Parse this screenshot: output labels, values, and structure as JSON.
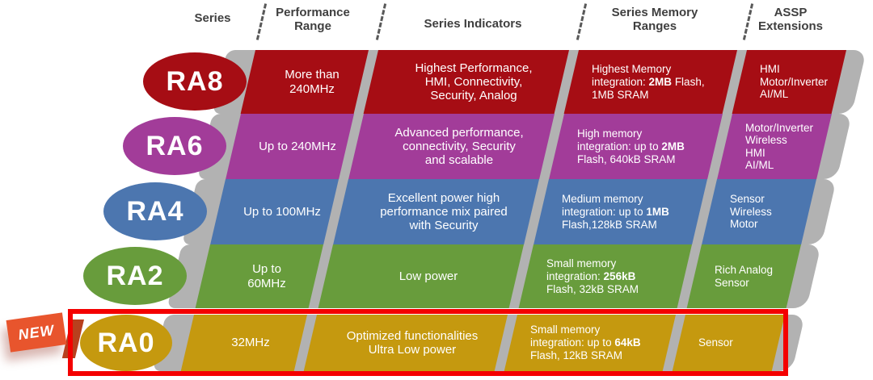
{
  "header": {
    "columns": [
      {
        "id": "series",
        "lines": [
          "Series"
        ]
      },
      {
        "id": "performance-range",
        "lines": [
          "Performance",
          "Range"
        ]
      },
      {
        "id": "series-indicators",
        "lines": [
          "Series Indicators"
        ]
      },
      {
        "id": "series-memory-ranges",
        "lines": [
          "Series Memory",
          "Ranges"
        ]
      },
      {
        "id": "assp-extensions",
        "lines": [
          "ASSP",
          "Extensions"
        ]
      }
    ],
    "text_color": "#3f3f3f"
  },
  "badge": {
    "label": "NEW",
    "color": "#e8552d"
  },
  "highlight": {
    "color": "#f40000"
  },
  "shadow_color": "#b2b2b2",
  "rows": [
    {
      "series": "RA8",
      "color": "#a60d14",
      "highlighted": false,
      "performance": [
        "More than",
        "240MHz"
      ],
      "indicators": [
        "Highest Performance,",
        "HMI, Connectivity,",
        "Security, Analog"
      ],
      "memory": [
        [
          {
            "t": "Highest Memory"
          }
        ],
        [
          {
            "t": "integration: "
          },
          {
            "t": "2MB",
            "b": true
          },
          {
            "t": " Flash,"
          }
        ],
        [
          {
            "t": "1MB SRAM"
          }
        ]
      ],
      "assp": [
        "HMI",
        "Motor/Inverter",
        "AI/ML"
      ]
    },
    {
      "series": "RA6",
      "color": "#a23c99",
      "highlighted": false,
      "performance": [
        "Up to 240MHz"
      ],
      "indicators": [
        "Advanced performance,",
        "connectivity, Security",
        "and scalable"
      ],
      "memory": [
        [
          {
            "t": "High memory"
          }
        ],
        [
          {
            "t": "integration: up to "
          },
          {
            "t": "2MB",
            "b": true
          }
        ],
        [
          {
            "t": "Flash, 640kB SRAM"
          }
        ]
      ],
      "assp": [
        "Motor/Inverter",
        "Wireless",
        "HMI",
        "AI/ML"
      ]
    },
    {
      "series": "RA4",
      "color": "#4c76af",
      "highlighted": false,
      "performance": [
        "Up to 100MHz"
      ],
      "indicators": [
        "Excellent power high",
        "performance mix paired",
        "with Security"
      ],
      "memory": [
        [
          {
            "t": "Medium memory"
          }
        ],
        [
          {
            "t": "integration: up to "
          },
          {
            "t": "1MB",
            "b": true
          }
        ],
        [
          {
            "t": "Flash,128kB SRAM"
          }
        ]
      ],
      "assp": [
        "Sensor",
        "Wireless",
        "Motor"
      ]
    },
    {
      "series": "RA2",
      "color": "#689c3c",
      "highlighted": false,
      "performance": [
        "Up to",
        "60MHz"
      ],
      "indicators": [
        "Low power"
      ],
      "memory": [
        [
          {
            "t": "Small memory"
          }
        ],
        [
          {
            "t": "integration: "
          },
          {
            "t": "256kB",
            "b": true
          }
        ],
        [
          {
            "t": "Flash, 32kB SRAM"
          }
        ]
      ],
      "assp": [
        "Rich Analog",
        "Sensor"
      ]
    },
    {
      "series": "RA0",
      "color": "#c5990f",
      "highlighted": true,
      "performance": [
        "32MHz"
      ],
      "indicators": [
        "Optimized functionalities",
        "Ultra Low power"
      ],
      "memory": [
        [
          {
            "t": "Small memory"
          }
        ],
        [
          {
            "t": "integration: up to "
          },
          {
            "t": "64kB",
            "b": true
          }
        ],
        [
          {
            "t": "Flash, 12kB SRAM"
          }
        ]
      ],
      "assp": [
        "Sensor"
      ]
    }
  ]
}
